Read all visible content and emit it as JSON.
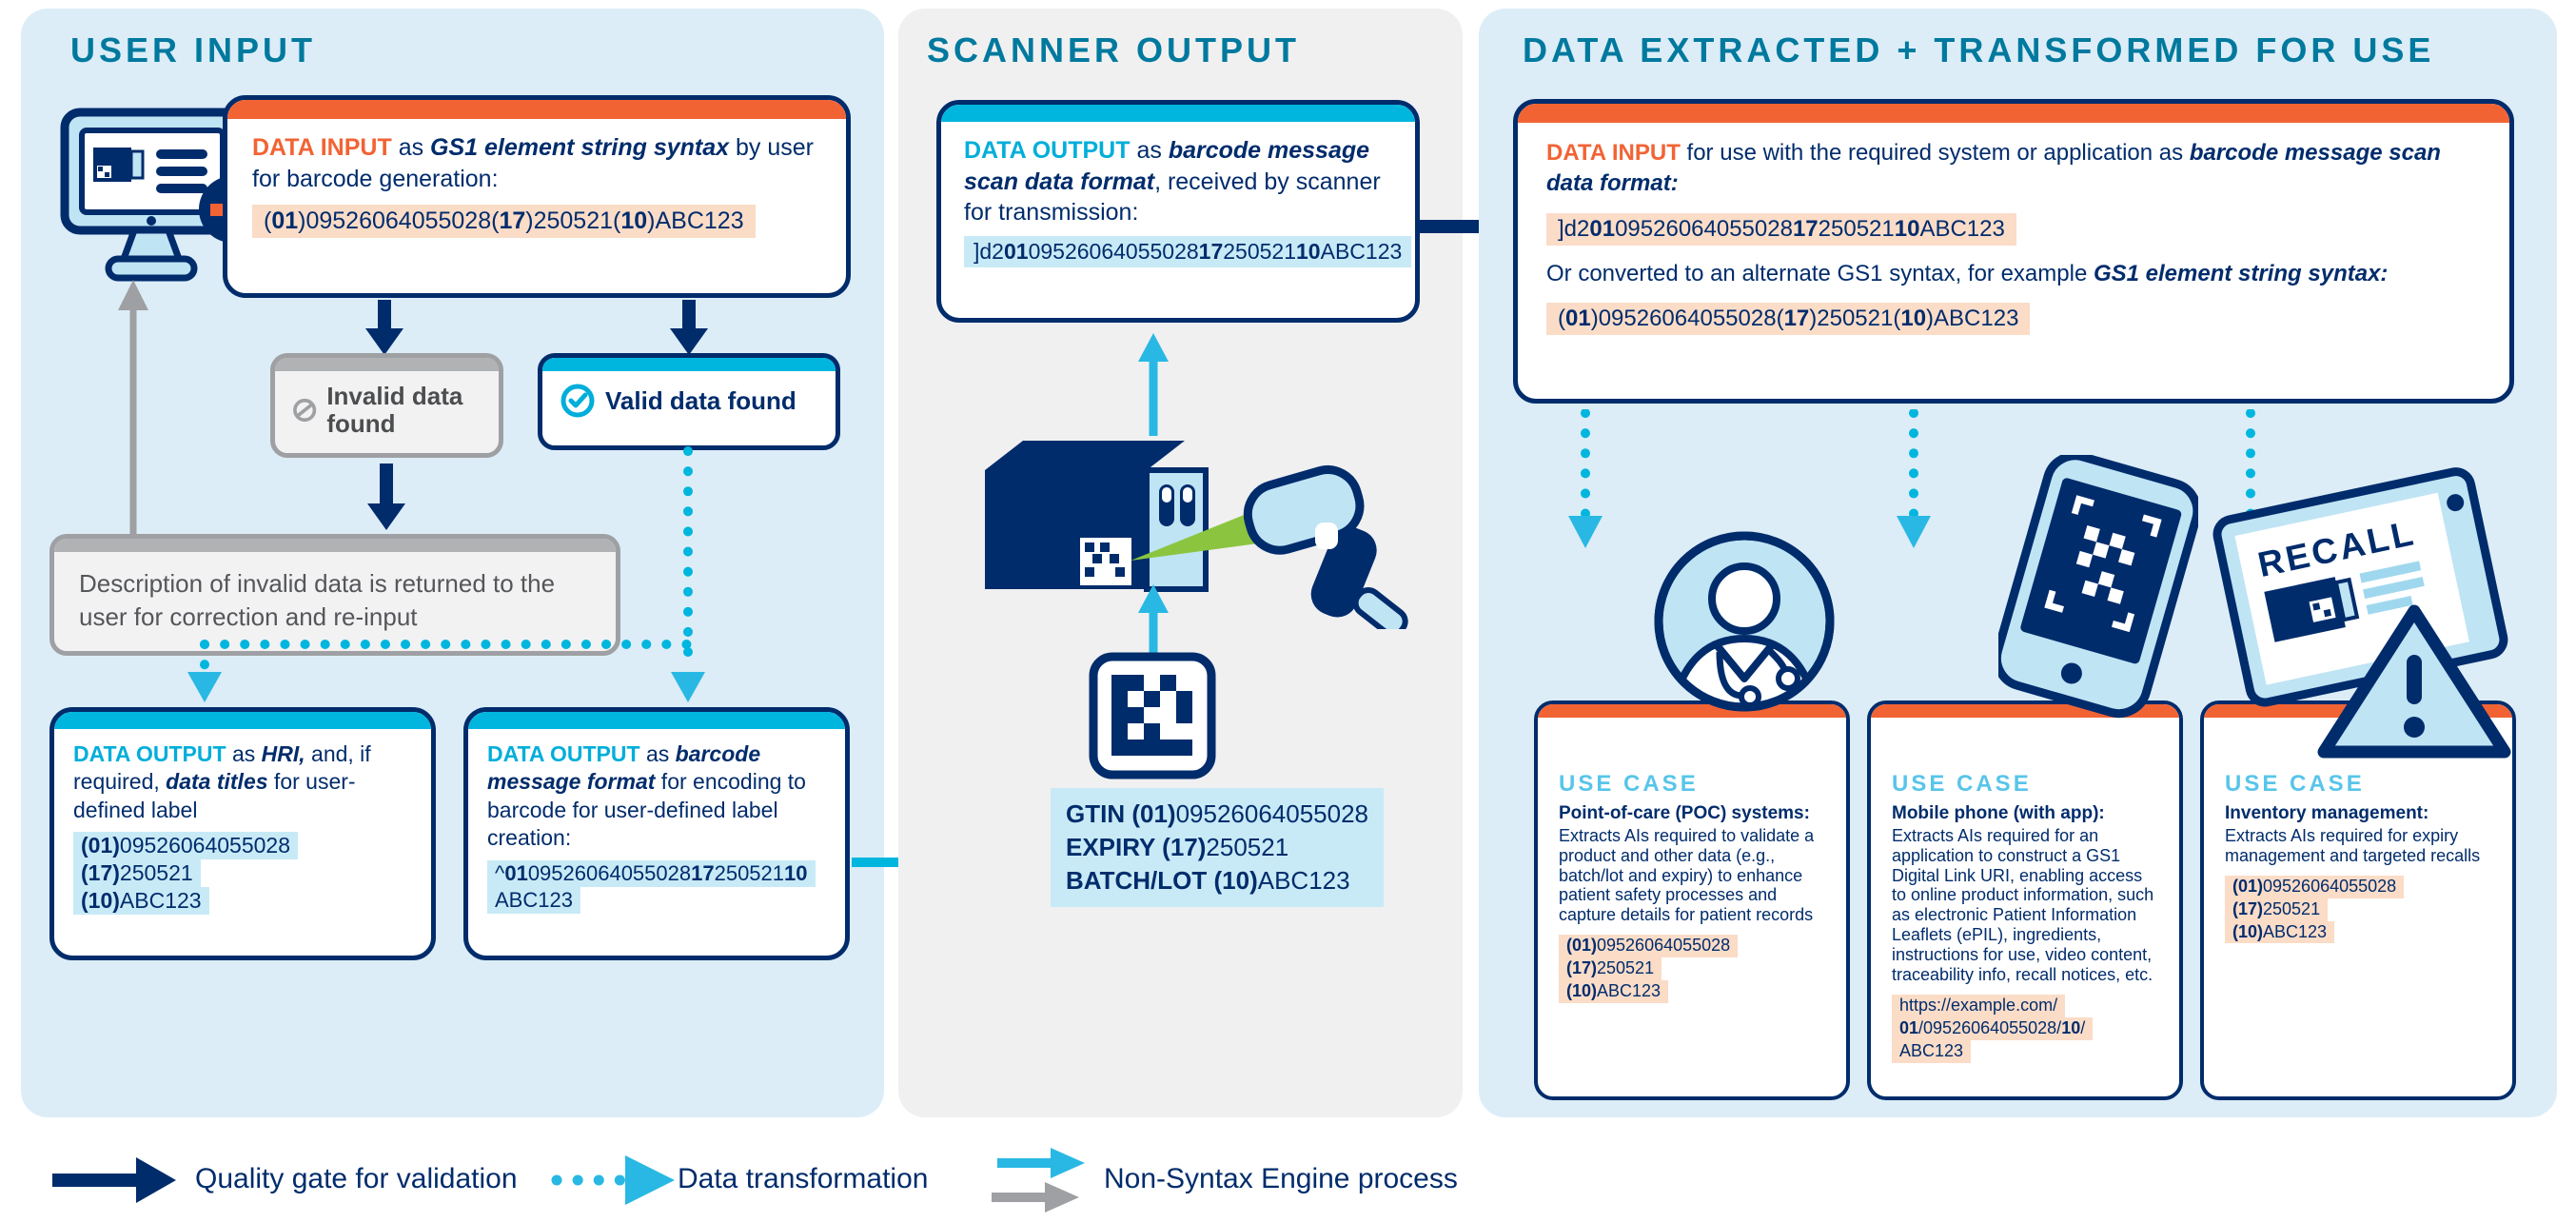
{
  "colors": {
    "navy": "#002c6c",
    "orange": "#f26334",
    "sky": "#00b6de",
    "teal_title": "#00799e",
    "green_beam": "#8bc53f",
    "gray_line": "#9ea0a3",
    "gray_text": "#55565a",
    "peach_highlight": "#fbdcc7",
    "blue_highlight": "#c8eaf6",
    "panel_blue": "#dcedf7",
    "panel_gray": "#f0f0f1",
    "icon_light_blue": "#bfe4f4",
    "use_case_label": "#58c5e9"
  },
  "user_input": {
    "title": "USER INPUT",
    "input_box": {
      "heading": [
        {
          "t": "DATA INPUT",
          "b": 1,
          "c": "orange"
        },
        {
          "t": " as "
        },
        {
          "t": "GS1 element string syntax",
          "b": 1,
          "i": 1
        },
        {
          "t": " by user for barcode generation:"
        }
      ],
      "code": [
        {
          "t": "("
        },
        {
          "t": "01",
          "b": 1
        },
        {
          "t": ")09526064055028("
        },
        {
          "t": "17",
          "b": 1
        },
        {
          "t": ")250521("
        },
        {
          "t": "10",
          "b": 1
        },
        {
          "t": ")ABC123"
        }
      ]
    },
    "invalid_label": "Invalid data found",
    "valid_label": "Valid data found",
    "description": "Description of invalid data is returned to the user for correction and re-input",
    "hri_box": {
      "heading": [
        {
          "t": "DATA OUTPUT",
          "b": 1,
          "c": "cyan"
        },
        {
          "t": " as "
        },
        {
          "t": "HRI,",
          "b": 1,
          "i": 1
        },
        {
          "t": " and, if required, "
        },
        {
          "t": "data titles",
          "b": 1,
          "i": 1
        },
        {
          "t": " for user-defined label"
        }
      ],
      "codes": [
        [
          {
            "t": "(01)",
            "b": 1
          },
          {
            "t": "09526064055028"
          }
        ],
        [
          {
            "t": "(17)",
            "b": 1
          },
          {
            "t": "250521"
          }
        ],
        [
          {
            "t": "(10)",
            "b": 1
          },
          {
            "t": "ABC123"
          }
        ]
      ]
    },
    "barcode_box": {
      "heading": [
        {
          "t": "DATA OUTPUT",
          "b": 1,
          "c": "cyan"
        },
        {
          "t": " as "
        },
        {
          "t": "barcode message format",
          "b": 1,
          "i": 1
        },
        {
          "t": " for encoding to barcode for user-defined label creation:"
        }
      ],
      "codes": [
        [
          {
            "t": "^"
          },
          {
            "t": "01",
            "b": 1
          },
          {
            "t": "09526064055028"
          },
          {
            "t": "17",
            "b": 1
          },
          {
            "t": "250521"
          },
          {
            "t": "10",
            "b": 1
          }
        ],
        [
          {
            "t": "ABC123"
          }
        ]
      ]
    }
  },
  "scanner_output": {
    "title": "SCANNER OUTPUT",
    "output_box": {
      "heading": [
        {
          "t": "DATA OUTPUT",
          "b": 1,
          "c": "cyan"
        },
        {
          "t": " as "
        },
        {
          "t": "barcode message scan data format",
          "b": 1,
          "i": 1
        },
        {
          "t": ", received by scanner for transmission:"
        }
      ],
      "code": [
        {
          "t": "]d2"
        },
        {
          "t": "01",
          "b": 1
        },
        {
          "t": "09526064055028"
        },
        {
          "t": "17",
          "b": 1
        },
        {
          "t": "250521"
        },
        {
          "t": "10",
          "b": 1
        },
        {
          "t": "ABC123"
        }
      ]
    },
    "gtin_lines": [
      [
        {
          "t": "GTIN (01)",
          "b": 1
        },
        {
          "t": "09526064055028"
        }
      ],
      [
        {
          "t": "EXPIRY (17)",
          "b": 1
        },
        {
          "t": "250521"
        }
      ],
      [
        {
          "t": "BATCH/LOT (10)",
          "b": 1
        },
        {
          "t": "ABC123"
        }
      ]
    ]
  },
  "extracted": {
    "title": "DATA EXTRACTED + TRANSFORMED FOR USE",
    "input_box": {
      "heading": [
        {
          "t": "DATA INPUT",
          "b": 1,
          "c": "orange"
        },
        {
          "t": " for use with the required system or application as "
        },
        {
          "t": "barcode message scan data format:",
          "b": 1,
          "i": 1
        }
      ],
      "code1": [
        {
          "t": "]d2"
        },
        {
          "t": "01",
          "b": 1
        },
        {
          "t": "09526064055028"
        },
        {
          "t": "17",
          "b": 1
        },
        {
          "t": "250521"
        },
        {
          "t": "10",
          "b": 1
        },
        {
          "t": "ABC123"
        }
      ],
      "subheading": [
        {
          "t": "Or converted to an alternate GS1 syntax, for example "
        },
        {
          "t": "GS1 element string syntax:",
          "b": 1,
          "i": 1
        }
      ],
      "code2": [
        {
          "t": "("
        },
        {
          "t": "01",
          "b": 1
        },
        {
          "t": ")09526064055028("
        },
        {
          "t": "17",
          "b": 1
        },
        {
          "t": ")250521("
        },
        {
          "t": "10",
          "b": 1
        },
        {
          "t": ")ABC123"
        }
      ]
    },
    "use_cases": [
      {
        "label": "USE CASE",
        "title": "Point-of-care (POC) systems:",
        "body": "Extracts AIs required to validate a product and other data (e.g., batch/lot and expiry) to enhance patient safety processes and capture details for patient records",
        "codes": [
          [
            {
              "t": "(01)",
              "b": 1
            },
            {
              "t": "09526064055028"
            }
          ],
          [
            {
              "t": "(17)",
              "b": 1
            },
            {
              "t": "250521"
            }
          ],
          [
            {
              "t": "(10)",
              "b": 1
            },
            {
              "t": "ABC123"
            }
          ]
        ]
      },
      {
        "label": "USE CASE",
        "title": "Mobile phone (with app):",
        "body": "Extracts AIs required for an application to construct a GS1 Digital Link URI, enabling access to online product information, such as electronic Patient Information Leaflets (ePIL), ingredients, instructions for use, video content, traceability info, recall notices, etc.",
        "codes": [
          [
            {
              "t": "https://example.com/"
            }
          ],
          [
            {
              "t": "01",
              "b": 1
            },
            {
              "t": "/09526064055028/"
            },
            {
              "t": "10",
              "b": 1
            },
            {
              "t": "/"
            }
          ],
          [
            {
              "t": "ABC123"
            }
          ]
        ]
      },
      {
        "label": "USE CASE",
        "title": "Inventory management:",
        "body": "Extracts AIs required for expiry management and targeted recalls",
        "recall_banner": "RECALL",
        "codes": [
          [
            {
              "t": "(01)",
              "b": 1
            },
            {
              "t": "09526064055028"
            }
          ],
          [
            {
              "t": "(17)",
              "b": 1
            },
            {
              "t": "250521"
            }
          ],
          [
            {
              "t": "(10)",
              "b": 1
            },
            {
              "t": "ABC123"
            }
          ]
        ]
      }
    ]
  },
  "legend": {
    "quality_gate": "Quality gate for validation",
    "data_transformation": "Data transformation",
    "non_syntax": "Non-Syntax Engine process"
  }
}
